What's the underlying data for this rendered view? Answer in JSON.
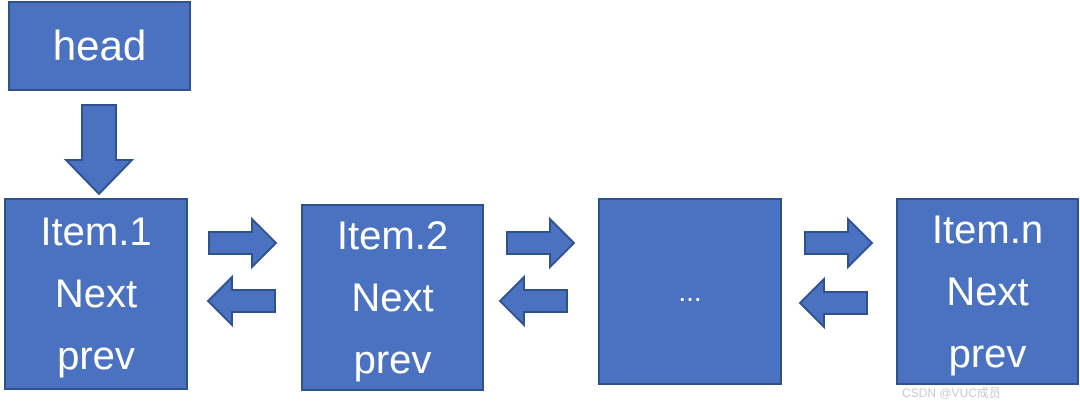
{
  "head": {
    "label": "head"
  },
  "nodes": [
    {
      "lines": [
        "Item.1",
        "Next",
        "prev"
      ]
    },
    {
      "lines": [
        "Item.2",
        "Next",
        "prev"
      ]
    },
    {
      "lines": [
        "..."
      ]
    },
    {
      "lines": [
        "Item.n",
        "Next",
        "prev"
      ]
    }
  ],
  "colors": {
    "box_fill": "#4a72c0",
    "box_border": "#2f528f",
    "text": "#ffffff",
    "background": "#ffffff"
  },
  "watermark": {
    "text": "CSDN @VUC成员"
  }
}
